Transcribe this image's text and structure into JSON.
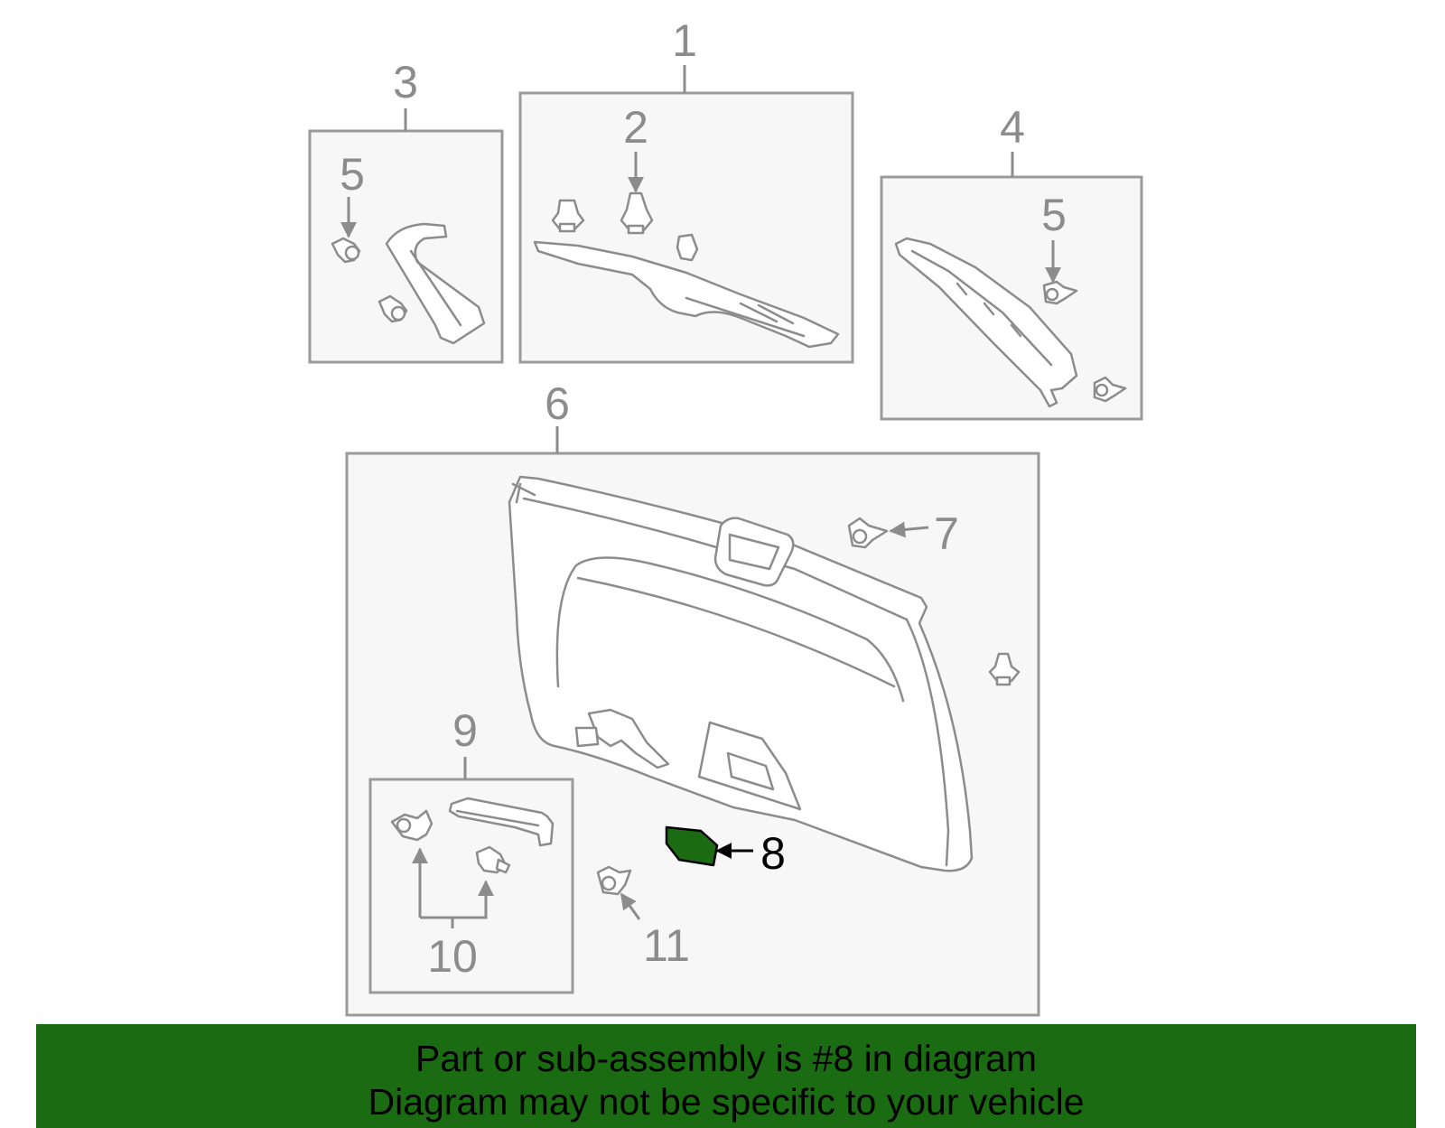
{
  "callouts": {
    "c1": "1",
    "c2": "2",
    "c3": "3",
    "c4": "4",
    "c5a": "5",
    "c5b": "5",
    "c6": "6",
    "c7": "7",
    "c8": "8",
    "c9": "9",
    "c10": "10",
    "c11": "11"
  },
  "highlighted_part": "8",
  "colors": {
    "highlight_fill": "#1a6b12",
    "banner_background": "#1a6b12",
    "line_gray": "#8c8c8c",
    "box_fill": "#f7f7f7"
  },
  "banner": {
    "line1": "Part or sub-assembly is #8 in diagram",
    "line2": "Diagram may not be specific to your vehicle"
  }
}
